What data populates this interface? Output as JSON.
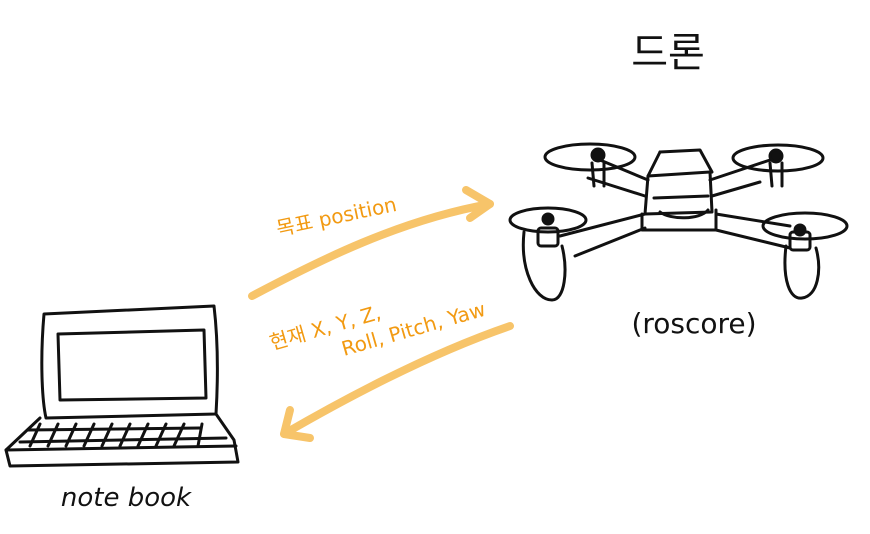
{
  "labels": {
    "drone_title": "드론",
    "drone_sub": "(roscore)",
    "laptop": "note book",
    "arrow_top": "목표 position",
    "arrow_bottom_line1": "현재 X, Y, Z,",
    "arrow_bottom_line2": "Roll, Pitch, Yaw"
  },
  "colors": {
    "ink": "#111111",
    "arrow": "#F7C46A",
    "annotation": "#F29A12"
  },
  "icons": {
    "drone": "quadcopter-drone-icon",
    "laptop": "laptop-icon"
  }
}
